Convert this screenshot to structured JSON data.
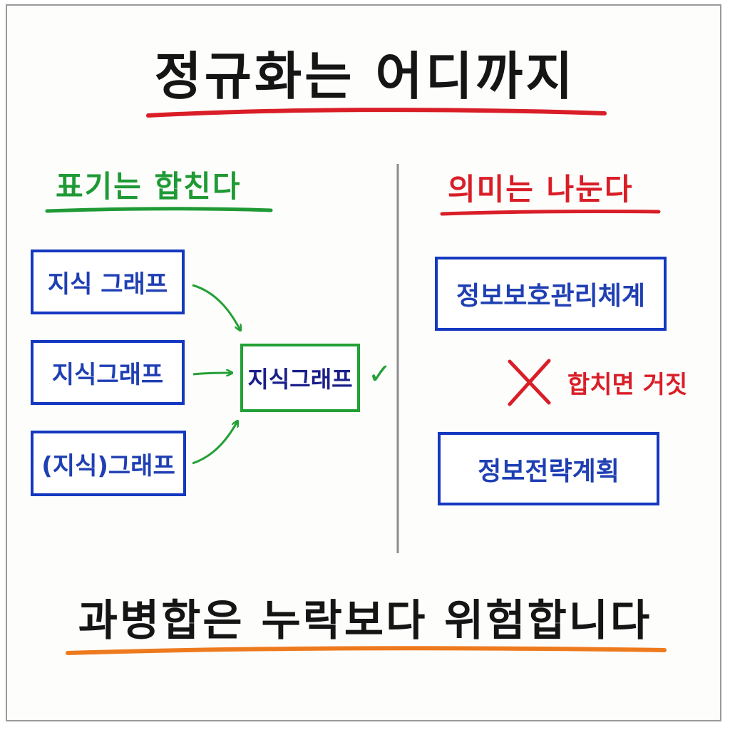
{
  "title": "정규화는 어디까지",
  "left": {
    "heading": "표기는 합친다",
    "variants": [
      "지식 그래프",
      "지식그래프",
      "(지식)그래프"
    ],
    "target": "지식그래프",
    "check_mark": "✓"
  },
  "right": {
    "heading": "의미는 나눈다",
    "term_a": "정보보호관리체계",
    "term_b": "정보전략계획",
    "false_label": "합치면 거짓"
  },
  "footer": "과병합은 누락보다 위험합니다",
  "colors": {
    "title_underline": "#d91e27",
    "left_accent": "#1f9a35",
    "right_accent": "#d91e27",
    "box_border": "#1538c0",
    "footer_underline": "#ee7a1e",
    "divider": "#8c8c8c"
  }
}
